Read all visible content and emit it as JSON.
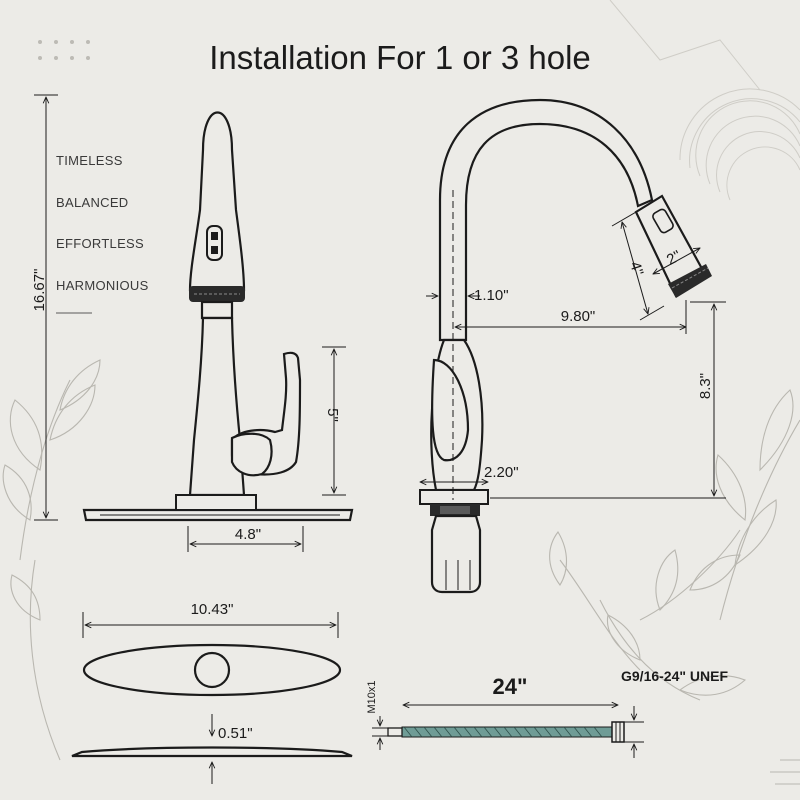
{
  "title": "Installation For 1 or 3 hole",
  "keywords": [
    "TIMELESS",
    "BALANCED",
    "EFFORTLESS",
    "HARMONIOUS"
  ],
  "dimensions": {
    "total_height": "16.67\"",
    "handle_height": "5\"",
    "base_width": "4.8\"",
    "spray_length": "4\"",
    "spray_width": "2\"",
    "spout_diameter": "1.10\"",
    "spout_reach": "9.80\"",
    "spout_height": "8.3\"",
    "base_diameter": "2.20\"",
    "deck_plate_width": "10.43\"",
    "deck_plate_thickness": "0.51\"",
    "hose_length": "24\"",
    "hose_thread_left": "M10x1",
    "hose_thread_right": "G9/16-24\" UNEF"
  }
}
